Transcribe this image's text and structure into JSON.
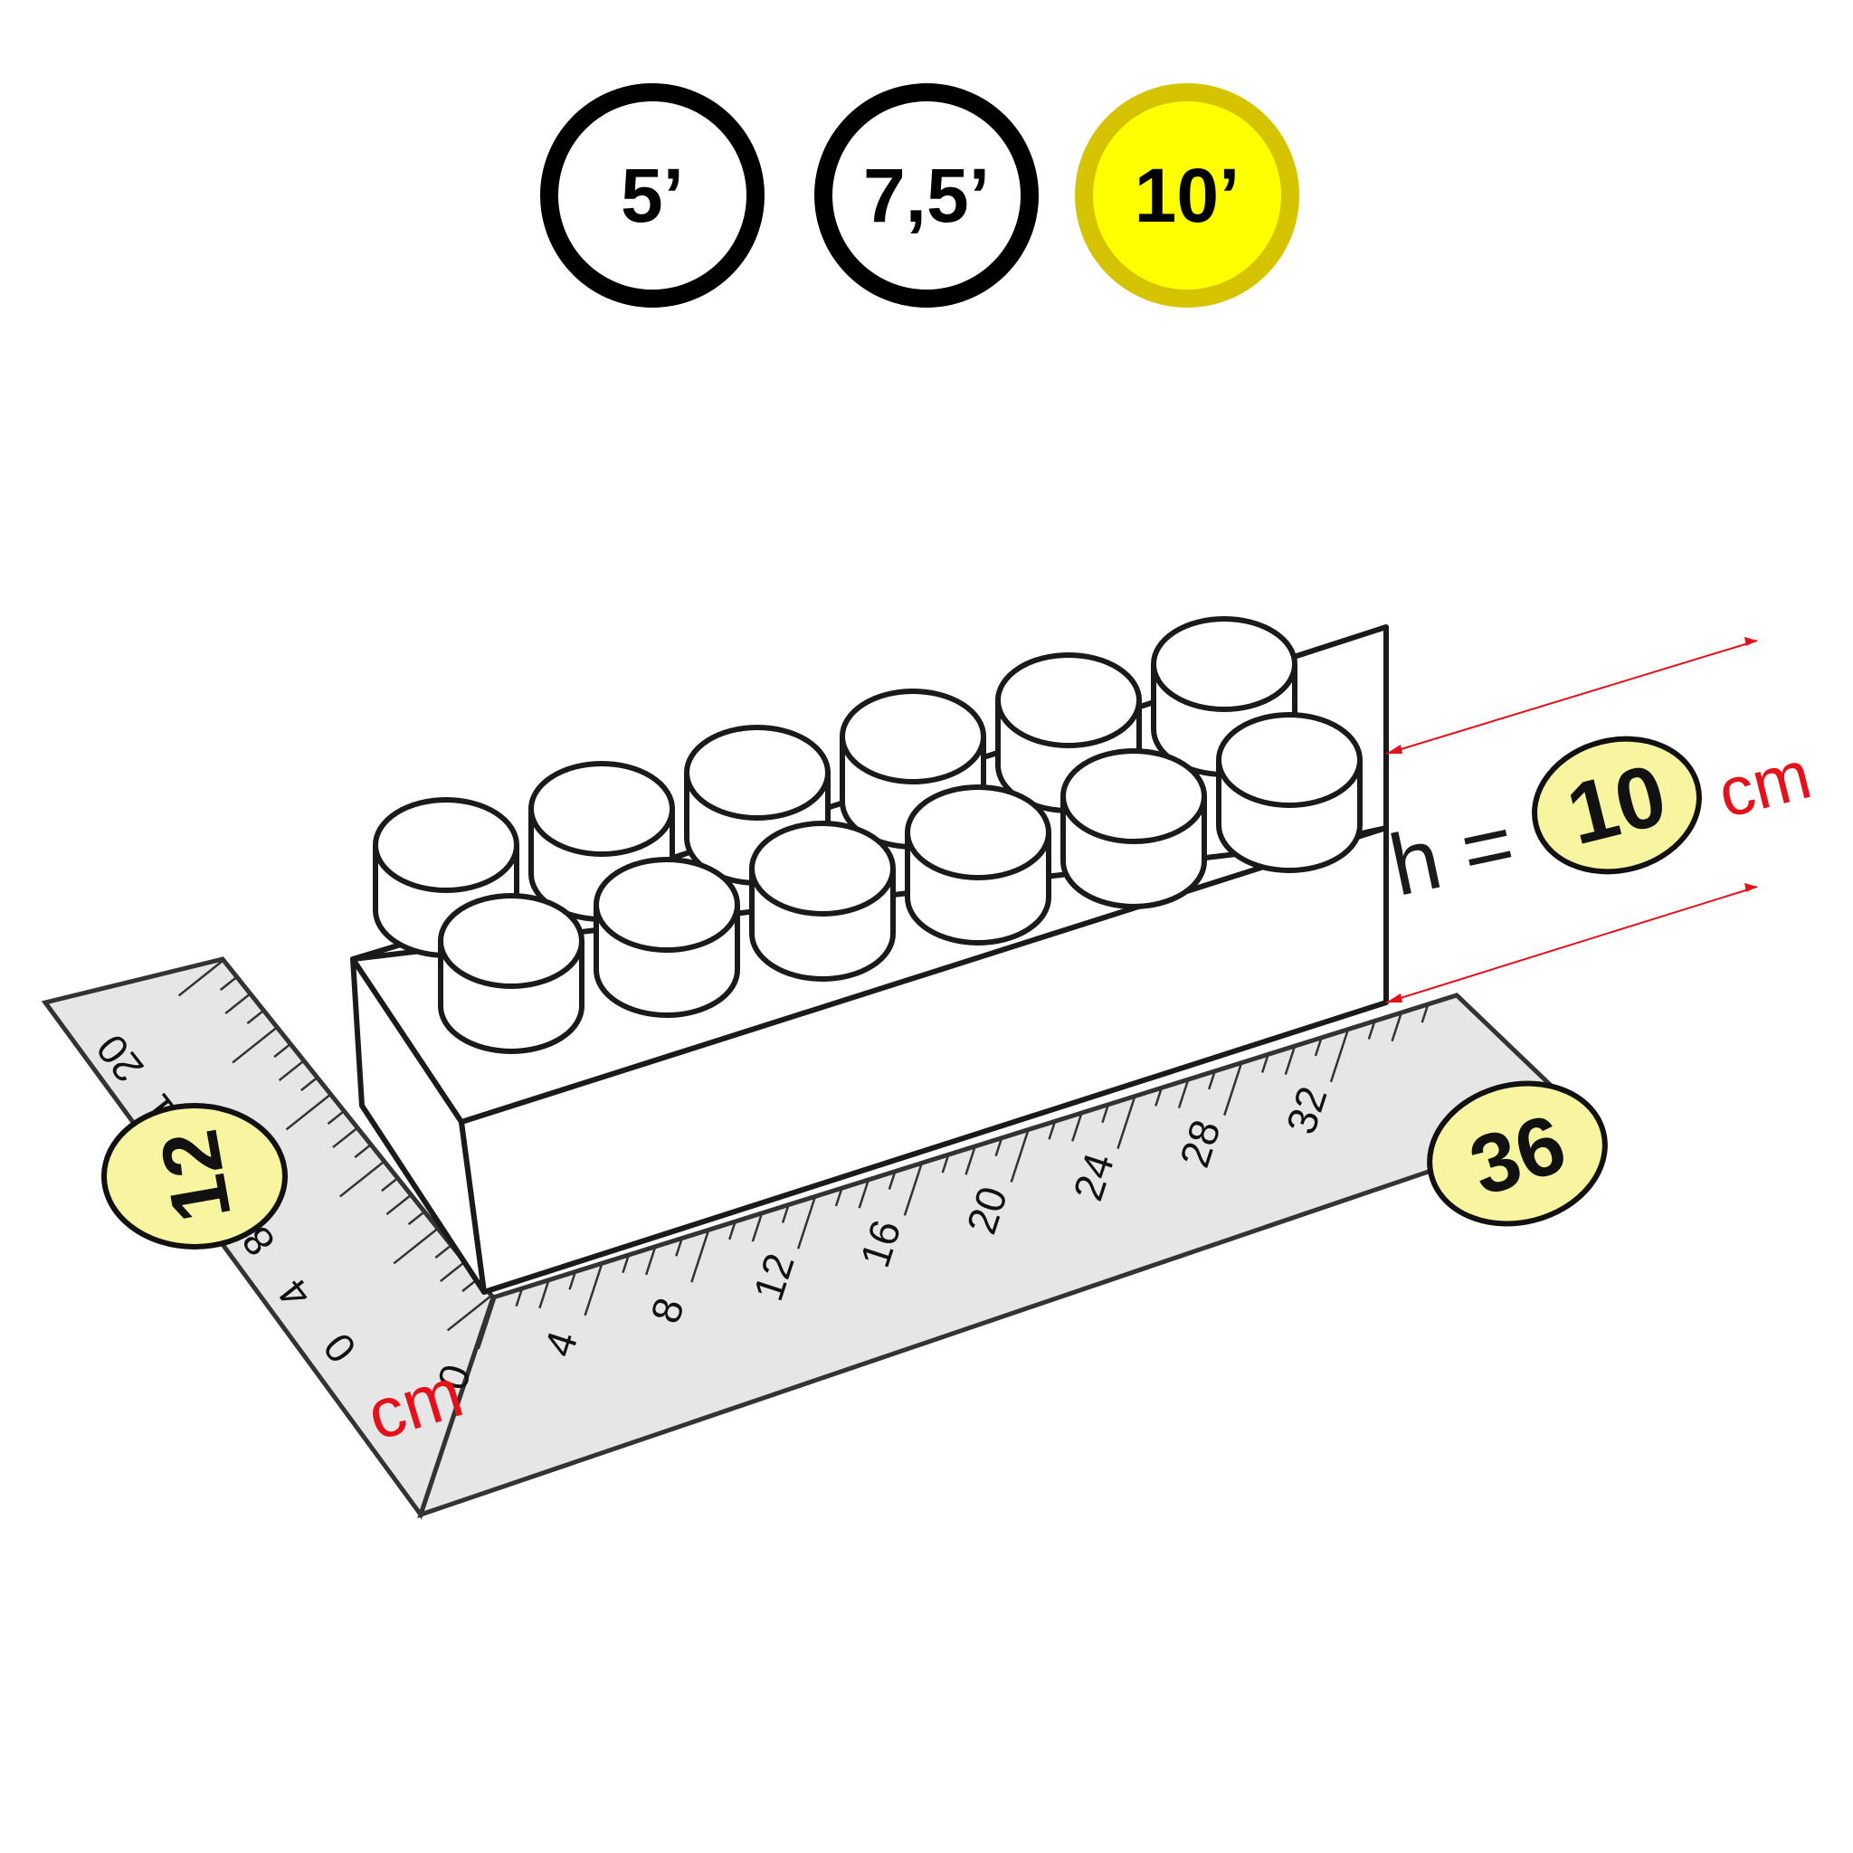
{
  "size_options": [
    {
      "label": "5’",
      "selected": false
    },
    {
      "label": "7,5’",
      "selected": false
    },
    {
      "label": "10’",
      "selected": true
    }
  ],
  "colors": {
    "selected_fill": "#ffff00",
    "selected_border": "#d6c300",
    "badge_fill": "#f7f5a0",
    "dimension_red": "#e5101a",
    "ruler_fill": "#e6e6e6"
  },
  "height_label": {
    "prefix": "h =",
    "value": "10",
    "unit": "cm"
  },
  "ruler_bottom": {
    "unit": "cm",
    "ticks": [
      "0",
      "4",
      "8",
      "12",
      "16",
      "20",
      "24",
      "28",
      "32"
    ],
    "badge": "36"
  },
  "ruler_left": {
    "ticks": [
      "0",
      "4",
      "8",
      "20"
    ],
    "partial_tick": "1",
    "badge": "12"
  },
  "brick_studs": {
    "rows": 2,
    "columns": 6
  }
}
